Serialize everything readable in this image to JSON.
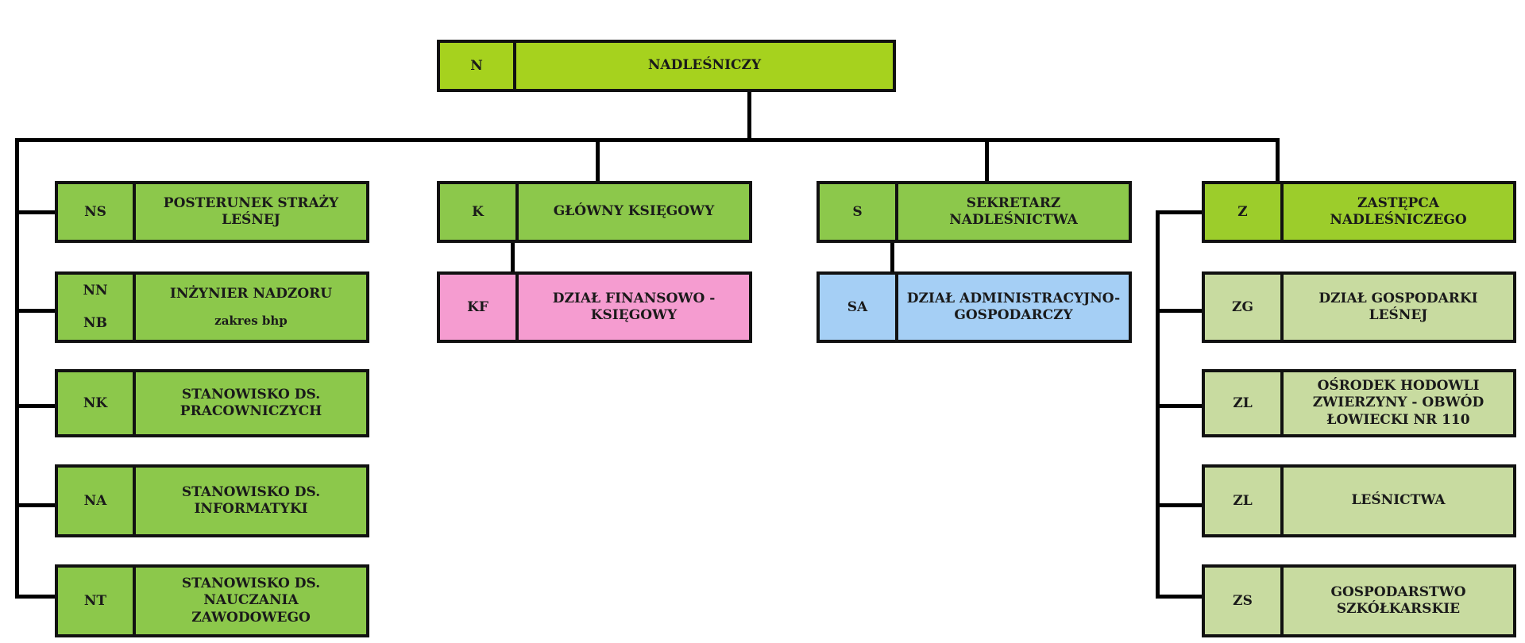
{
  "colors": {
    "top": "#a6d21e",
    "green": "#8cc84b",
    "deputy": "#9ccd2b",
    "pink": "#f59cd0",
    "blue": "#a5cff5",
    "light": "#c8dba0",
    "line": "#000000"
  },
  "nodes": {
    "n": {
      "code": "N",
      "label": "NADLEŚNICZY"
    },
    "ns": {
      "code": "NS",
      "label": "POSTERUNEK STRAŻY LEŚNEJ"
    },
    "nn": {
      "code": "NN",
      "code2": "NB",
      "label": "INŻYNIER NADZORU",
      "sub": "zakres bhp"
    },
    "nk": {
      "code": "NK",
      "label": "STANOWISKO DS. PRACOWNICZYCH"
    },
    "na": {
      "code": "NA",
      "label": "STANOWISKO DS. INFORMATYKI"
    },
    "nt": {
      "code": "NT",
      "label": "STANOWISKO DS. NAUCZANIA ZAWODOWEGO"
    },
    "k": {
      "code": "K",
      "label": "GŁÓWNY KSIĘGOWY"
    },
    "kf": {
      "code": "KF",
      "label": "DZIAŁ FINANSOWO - KSIĘGOWY"
    },
    "s": {
      "code": "S",
      "label": "SEKRETARZ NADLEŚNICTWA"
    },
    "sa": {
      "code": "SA",
      "label": "DZIAŁ ADMINISTRACYJNO-GOSPODARCZY"
    },
    "z": {
      "code": "Z",
      "label": "ZASTĘPCA NADLEŚNICZEGO"
    },
    "zg": {
      "code": "ZG",
      "label": "DZIAŁ GOSPODARKI LEŚNEJ"
    },
    "zl1": {
      "code": "ZL",
      "label": "OŚRODEK HODOWLI ZWIERZYNY - OBWÓD ŁOWIECKI NR 110"
    },
    "zl2": {
      "code": "ZL",
      "label": "LEŚNICTWA"
    },
    "zs": {
      "code": "ZS",
      "label": "GOSPODARSTWO SZKÓŁKARSKIE"
    }
  }
}
